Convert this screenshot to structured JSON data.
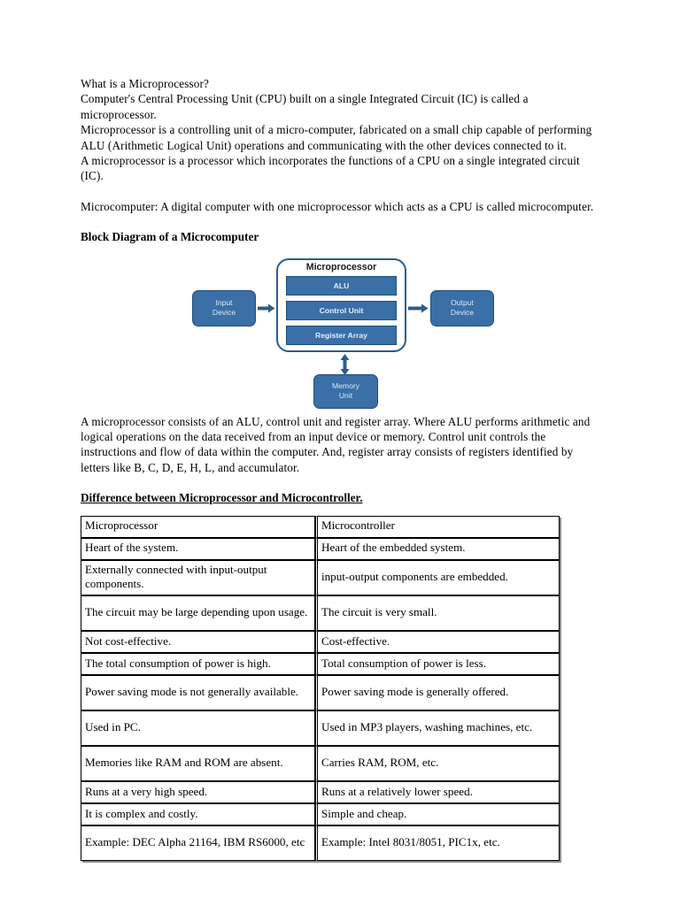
{
  "document": {
    "title": "What is a Microprocessor?",
    "paragraphs": [
      "What is a Microprocessor?",
      "Computer's Central Processing Unit (CPU) built on a single Integrated Circuit (IC) is called a microprocessor.",
      "Microprocessor is a controlling unit of a micro-computer, fabricated on a small chip capable of performing ALU (Arithmetic Logical Unit) operations and communicating with the other devices connected to it.",
      "A microprocessor is a processor which incorporates the functions of a CPU on a single integrated circuit (IC).",
      "Microcomputer: A digital computer with one microprocessor which acts as a CPU is called microcomputer."
    ],
    "diagram_heading": "Block Diagram of a Microcomputer",
    "explanation": "A microprocessor consists of an ALU, control unit and register array. Where ALU performs arithmetic and logical operations on the data received from an input device or memory. Control unit controls the instructions and flow of data within the computer. And, register array consists of registers identified by letters like B, C, D, E, H, L, and accumulator.",
    "table_heading": "Difference between Microprocessor and Microcontroller."
  },
  "diagram": {
    "title": "Microprocessor",
    "input_device_line1": "Input",
    "input_device_line2": "Device",
    "output_device_line1": "Output",
    "output_device_line2": "Device",
    "memory_line1": "Memory",
    "memory_line2": "Unit",
    "inner_blocks": [
      {
        "label": "ALU"
      },
      {
        "label": "Control Unit"
      },
      {
        "label": "Register Array"
      }
    ],
    "colors": {
      "block_fill": "#3a6fa8",
      "block_border": "#1f4e79",
      "block_text": "#dce9f5",
      "container_border": "#2b5d8c",
      "arrow": "#2b5d8c"
    }
  },
  "comparison_table": {
    "headers": [
      "Microprocessor",
      "Microcontroller"
    ],
    "rows": [
      {
        "left": "Heart of the system.",
        "right": "Heart of the embedded system.",
        "tall": false
      },
      {
        "left": "Externally connected with input-output components.",
        "right": "input-output components are embedded.",
        "tall": true
      },
      {
        "left": "The circuit may be large depending upon usage.",
        "right": "The circuit is very small.",
        "tall": true
      },
      {
        "left": "Not cost-effective.",
        "right": "Cost-effective.",
        "tall": false
      },
      {
        "left": "The total consumption of power is high.",
        "right": "Total consumption of power is less.",
        "tall": false
      },
      {
        "left": "Power saving mode is not generally available.",
        "right": "Power saving mode is generally offered.",
        "tall": true
      },
      {
        "left": "Used in PC.",
        "right": "Used in MP3 players, washing machines, etc.",
        "tall": true
      },
      {
        "left": "Memories like RAM and ROM are absent.",
        "right": "Carries RAM, ROM, etc.",
        "tall": true
      },
      {
        "left": "Runs at a very high speed.",
        "right": "Runs at a relatively lower speed.",
        "tall": false
      },
      {
        "left": "It is complex and costly.",
        "right": "Simple and cheap.",
        "tall": false
      },
      {
        "left": "Example: DEC Alpha 21164, IBM RS6000, etc",
        "right": "Example:  Intel 8031/8051, PIC1x, etc.",
        "tall": true
      }
    ]
  }
}
